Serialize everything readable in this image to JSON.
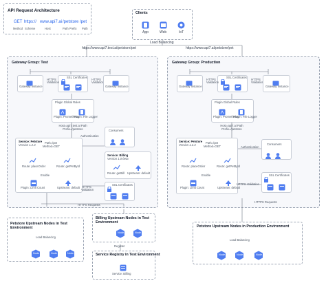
{
  "header": {
    "title": "API Request Architecture",
    "request": {
      "method": "GET",
      "scheme": "https://",
      "host": "www.api7.ai",
      "path_prefix": "/petstore",
      "path": "/pet"
    },
    "labels": {
      "method": "Method",
      "scheme": "Scheme",
      "host": "Host",
      "path_prefix": "Path Prefix",
      "path": "Path"
    }
  },
  "clients": {
    "title": "Clients",
    "items": [
      {
        "label": "App",
        "icon": "app-icon"
      },
      {
        "label": "Web",
        "icon": "web-icon"
      },
      {
        "label": "IoT",
        "icon": "iot-icon"
      }
    ]
  },
  "load_balancing_top": "Load Balancing",
  "urls": {
    "test": "https://www.api7.test.ai/petstore/pet",
    "prod": "https://www.api7.ai/petstore/pet"
  },
  "test_group": {
    "title": "Gateway Group: Test",
    "gateway_instance": "Gateway Instance",
    "ssl_certificates": "SSL Certificates",
    "https_validation": "HTTPS Validation",
    "plugin_global_rules": "Plugin Global Rules",
    "plugin_prometheus": "Plugin: Prometheus",
    "plugin_file_logger": "Plugin: File Logger",
    "match_rule": "Host=api7.test.ai Path Prefix=/petstore",
    "consumers": "Consumers",
    "authentication": "Authentication",
    "service_petstore": "Service: Petstore",
    "service_petstore_version": "Version 1.2.3",
    "path_rule": "Path=/pet Method=GET",
    "route_place_order": "Route: placeOrder",
    "route_get_pet_by_id": "Route: getPetById",
    "enable": "Enable",
    "plugin_limit_count": "Plugin: Limit Count",
    "upstream_default": "Upstream: default",
    "service_billing": "Service: Billing",
    "service_billing_version": "Version 1.0-beta",
    "route_get_bill": "Route: getBill",
    "upstream_default_billing": "Upstream: default",
    "ssl_certificates_2": "SSL Certificates",
    "https_validation_2": "HTTPS Validation"
  },
  "prod_group": {
    "title": "Gateway Group: Production",
    "gateway_instance": "Gateway Instance",
    "ssl_certificates": "SSL Certificates",
    "https_validation": "HTTPS Validation",
    "plugin_global_rules": "Plugin Global Rules",
    "plugin_prometheus": "Plugin: Prometheus",
    "plugin_file_logger": "Plugin: File Logger",
    "match_rule": "Host=api7.ai Path Prefix=/petstore",
    "consumers": "Consumers",
    "authentication": "Authentication",
    "service_petstore": "Service: Petstore",
    "service_petstore_version": "Version 1.2.3",
    "path_rule": "Path=/pet Method=GET",
    "route_place_order": "Route: placeOrder",
    "route_get_pet_by_id": "Route: getPetById",
    "enable": "Enable",
    "plugin_limit_count": "Plugin: Limit Count",
    "upstream_default": "Upstream: default",
    "ssl_certificates_2": "SSL Certificates",
    "https_validation_2": "HTTPS Validation"
  },
  "https_requests": "HTTPS Requests",
  "petstore_test_nodes": {
    "title": "Petstore Upstream Nodes in Test Environment",
    "load_balancing": "Load Balancing",
    "node": "Node"
  },
  "billing_nodes": {
    "title": "Billing Upstream Nodes in Test Environment",
    "node": "Node"
  },
  "register": "Register",
  "service_registry": {
    "title": "Service Registry in Test Environment",
    "item": "Service: Billing"
  },
  "petstore_prod_nodes": {
    "title": "Petstore Upstream Nodes in Production Environment",
    "load_balancing": "Load Balancing",
    "node": "Node"
  }
}
